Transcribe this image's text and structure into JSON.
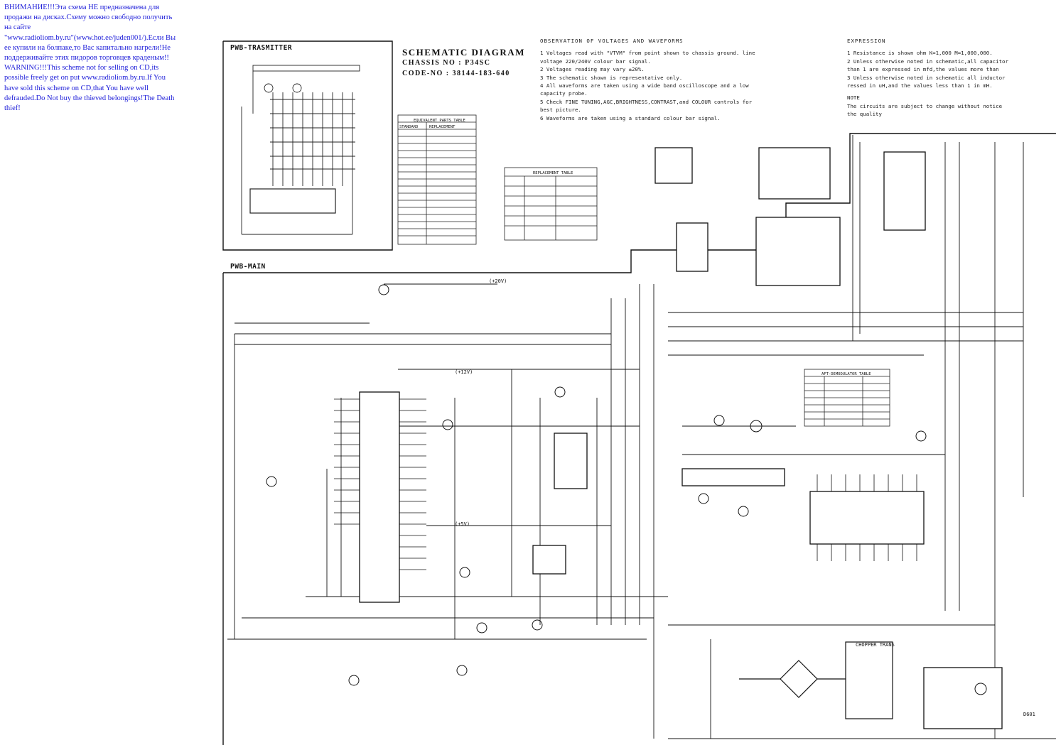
{
  "warning": {
    "lines": [
      "ВНИМАНИЕ!!!Эта схема НЕ предназначена для",
      "продажи на дисках.Схему можно свободно получить",
      "на сайте",
      "\"www.radioliom.by.ru\"(www.hot.ee/juden001/).Если Вы",
      "ее купили на болпаке,то Вас капитально нагрели!Не",
      "поддерживайте этих пидоров торговцев краденым!!",
      "WARNING!!!This scheme not for selling on CD,its",
      "possible freely get on put www.radioliom.by.ru.If You",
      "have sold this scheme on CD,that You have well",
      "defrauded.Do Not buy the thieved belongings!The Death",
      "thief!"
    ]
  },
  "sections": {
    "transmitter": "PWB-TRASMITTER",
    "main": "PWB-MAIN"
  },
  "header": {
    "title": "SCHEMATIC DIAGRAM",
    "chassis": "CHASSIS NO : P34SC",
    "code": "CODE-NO : 38144-183-640"
  },
  "observation": {
    "heading": "OBSERVATION OF VOLTAGES AND WAVEFORMS",
    "items": [
      "1  Voltages read with \"VTVM\" from point shown to chassis ground. line",
      "   voltage 220/240V colour bar signal.",
      "2  Voltages reading may vary ±20%.",
      "3  The schematic shown is representative only.",
      "4  All waveforms are taken using a wide band oscilloscope and a low",
      "   capacity probe.",
      "5  Check FINE TUNING,AGC,BRIGHTNESS,CONTRAST,and COLOUR  controls for",
      "   best picture.",
      "6  Waveforms are taken using a standard colour bar signal."
    ]
  },
  "expression": {
    "heading": "EXPRESSION",
    "items": [
      "1  Resistance is shown ohm K=1,000 M=1,000,000.",
      "2  Unless otherwise noted in schematic,all capacitor",
      "   than 1 are expressed in mfd,the values more than",
      "3  Unless otherwise noted in schematic all inductor",
      "   ressed in uH,and the values less than 1 in mH."
    ],
    "note_heading": "NOTE",
    "note_lines": [
      "The circuits are subject to change without notice",
      "the quality"
    ]
  },
  "tables": {
    "equivalent": {
      "title": "EQUIVALENT PARTS TABLE",
      "header": [
        "STANDARD",
        "REPLACEMENT"
      ]
    },
    "replacement": {
      "title": "REPLACEMENT TABLE"
    },
    "aft": {
      "title": "AFT-DEMODULATOR TABLE"
    }
  },
  "component_labels": {
    "chopper": "CHOPPER TRANS",
    "dc_rail_1": "(+12V)",
    "dc_rail_2": "(+5V)",
    "dc_rail_3": "(+20V)",
    "d601": "D601"
  }
}
